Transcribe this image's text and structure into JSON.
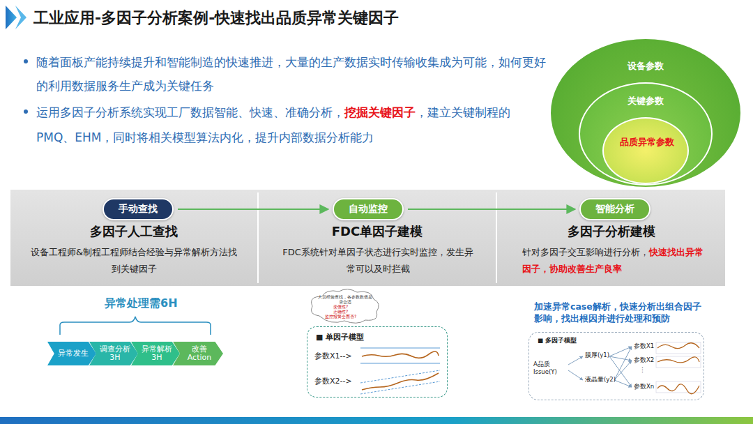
{
  "diagram": {
    "title": "工业应用-多因子分析案例-快速找出品质异常关键因子",
    "nodes": [
      {
        "text": [
          "设备参数"
        ]
      },
      {
        "text": [
          "关键参数"
        ],
        "in": 0
      },
      {
        "text": [
          "品质异常参数"
        ],
        "in": 1
      },
      {
        "text": [
          "多因子人工查找",
          "设备工程师&制程工程师结合经验与异常解析方法找到关键因子"
        ]
      },
      {
        "text": [
          "手动查找"
        ],
        "in": 3
      },
      {
        "text": [
          "FDC单因子建模",
          "FDC系统针对单因子状态进行实时监控，发生异常可以及时拦截"
        ]
      },
      {
        "text": [
          "自动监控"
        ],
        "in": 5
      },
      {
        "text": [
          "多因子分析建模",
          "针对多因子交互影响进行分析，",
          "快速找出异常因子，协助改善生产良率"
        ]
      },
      {
        "text": [
          "智能分析"
        ],
        "in": 7
      },
      {
        "text": [
          "异常发生"
        ]
      },
      {
        "text": [
          "调查分析3H"
        ]
      },
      {
        "text": [
          "异常解析3H"
        ]
      },
      {
        "text": [
          "改善Action"
        ]
      },
      {
        "text": [
          "人员经验查找，各参数数值是否合适",
          "变值性?",
          "正确性?",
          "监控报警全面否?"
        ]
      },
      {
        "text": [
          "■ 单因子模型",
          "参数X1-->",
          "参数X2-->"
        ]
      },
      {
        "text": [
          "■ 多因子模型",
          "A品质Issue(Y)",
          "膜厚(y1)",
          "液晶量(y2)",
          "参数X1",
          "参数X2",
          "⋮",
          "参数Xn"
        ]
      }
    ],
    "edges": [
      {
        "from": 4,
        "to": 6,
        "arrow": "to"
      },
      {
        "from": 6,
        "to": 8,
        "arrow": "to"
      }
    ],
    "labels": [
      "随着面板产能持续提升和智能制造的快速推进，大量的生产数据实时传输收集成为可能，如何更好的利用数据服务生产成为关键任务",
      "运用多因子分析系统实现工厂数据智能、快速、准确分析，",
      "挖掘关键因子",
      "，建立关键制程的PMQ、EHM，同时将相关模型算法内化，提升内部数据分析能力",
      "异常处理需6H",
      "加速异常case解析，快速分析出组合因子影响，找出根因并进行处理和预防"
    ]
  }
}
